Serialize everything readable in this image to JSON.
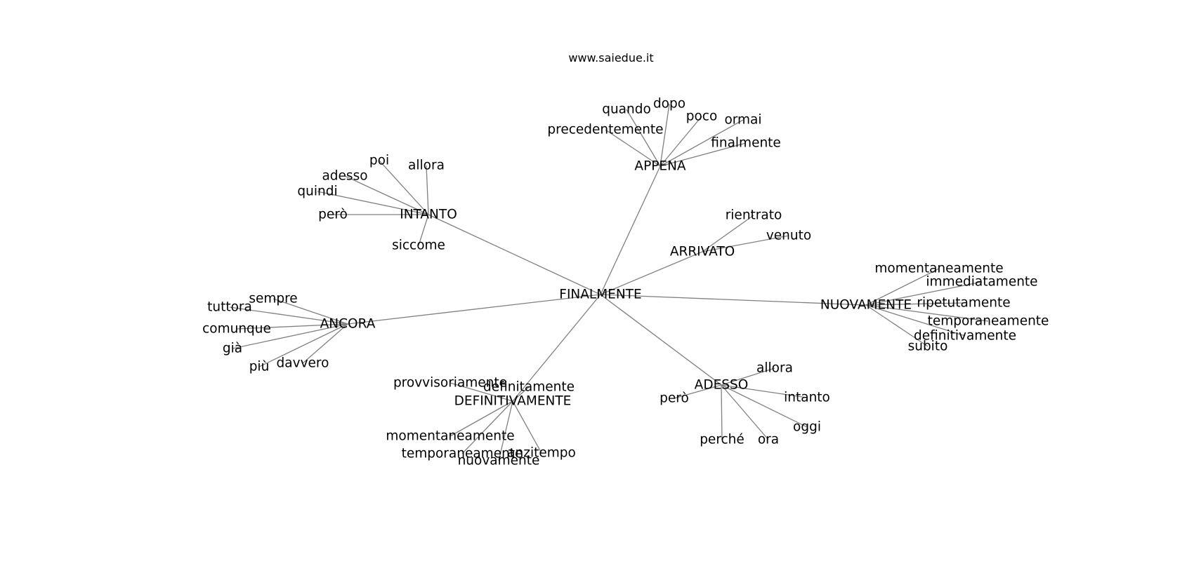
{
  "title": "www.saiedue.it",
  "nodes": {
    "finalmente": "FINALMENTE",
    "appena": "APPENA",
    "intanto": "INTANTO",
    "arrivato": "ARRIVATO",
    "nuovamente": "NUOVAMENTE",
    "ancora": "ANCORA",
    "adesso": "ADESSO",
    "definitivamente": "DEFINITIVAMENTE",
    "appena_quando": "quando",
    "appena_dopo": "dopo",
    "appena_poco": "poco",
    "appena_ormai": "ormai",
    "appena_precedentemente": "precedentemente",
    "appena_finalmente": "finalmente",
    "intanto_poi": "poi",
    "intanto_allora": "allora",
    "intanto_adesso": "adesso",
    "intanto_quindi": "quindi",
    "intanto_pero": "però",
    "intanto_siccome": "siccome",
    "arrivato_rientrato": "rientrato",
    "arrivato_venuto": "venuto",
    "nuov_momentaneamente": "momentaneamente",
    "nuov_immediatamente": "immediatamente",
    "nuov_ripetutamente": "ripetutamente",
    "nuov_temporaneamente": "temporaneamente",
    "nuov_definitivamente": "definitivamente",
    "nuov_subito": "subito",
    "ancora_sempre": "sempre",
    "ancora_tuttora": "tuttora",
    "ancora_comunque": "comunque",
    "ancora_gia": "già",
    "ancora_piu": "più",
    "ancora_davvero": "davvero",
    "adesso_allora": "allora",
    "adesso_intanto": "intanto",
    "adesso_pero": "però",
    "adesso_oggi": "oggi",
    "adesso_perche": "perché",
    "adesso_ora": "ora",
    "def_provvisoriamente": "provvisoriamente",
    "def_definitamente": "definitamente",
    "def_momentaneamente": "momentaneamente",
    "def_temporaneamente": "temporaneamente",
    "def_nuovamente": "nuovamente",
    "def_anzitempo": "anzitempo"
  },
  "edges": [
    [
      "finalmente",
      "appena"
    ],
    [
      "finalmente",
      "intanto"
    ],
    [
      "finalmente",
      "arrivato"
    ],
    [
      "finalmente",
      "nuovamente"
    ],
    [
      "finalmente",
      "ancora"
    ],
    [
      "finalmente",
      "adesso"
    ],
    [
      "finalmente",
      "definitivamente"
    ],
    [
      "appena",
      "appena_quando"
    ],
    [
      "appena",
      "appena_dopo"
    ],
    [
      "appena",
      "appena_poco"
    ],
    [
      "appena",
      "appena_ormai"
    ],
    [
      "appena",
      "appena_precedentemente"
    ],
    [
      "appena",
      "appena_finalmente"
    ],
    [
      "intanto",
      "intanto_poi"
    ],
    [
      "intanto",
      "intanto_allora"
    ],
    [
      "intanto",
      "intanto_adesso"
    ],
    [
      "intanto",
      "intanto_quindi"
    ],
    [
      "intanto",
      "intanto_pero"
    ],
    [
      "intanto",
      "intanto_siccome"
    ],
    [
      "arrivato",
      "arrivato_rientrato"
    ],
    [
      "arrivato",
      "arrivato_venuto"
    ],
    [
      "nuovamente",
      "nuov_momentaneamente"
    ],
    [
      "nuovamente",
      "nuov_immediatamente"
    ],
    [
      "nuovamente",
      "nuov_ripetutamente"
    ],
    [
      "nuovamente",
      "nuov_temporaneamente"
    ],
    [
      "nuovamente",
      "nuov_definitivamente"
    ],
    [
      "nuovamente",
      "nuov_subito"
    ],
    [
      "ancora",
      "ancora_sempre"
    ],
    [
      "ancora",
      "ancora_tuttora"
    ],
    [
      "ancora",
      "ancora_comunque"
    ],
    [
      "ancora",
      "ancora_gia"
    ],
    [
      "ancora",
      "ancora_piu"
    ],
    [
      "ancora",
      "ancora_davvero"
    ],
    [
      "adesso",
      "adesso_allora"
    ],
    [
      "adesso",
      "adesso_intanto"
    ],
    [
      "adesso",
      "adesso_pero"
    ],
    [
      "adesso",
      "adesso_oggi"
    ],
    [
      "adesso",
      "adesso_perche"
    ],
    [
      "adesso",
      "adesso_ora"
    ],
    [
      "definitivamente",
      "def_provvisoriamente"
    ],
    [
      "definitivamente",
      "def_definitamente"
    ],
    [
      "definitivamente",
      "def_momentaneamente"
    ],
    [
      "definitivamente",
      "def_temporaneamente"
    ],
    [
      "definitivamente",
      "def_nuovamente"
    ],
    [
      "definitivamente",
      "def_anzitempo"
    ]
  ]
}
